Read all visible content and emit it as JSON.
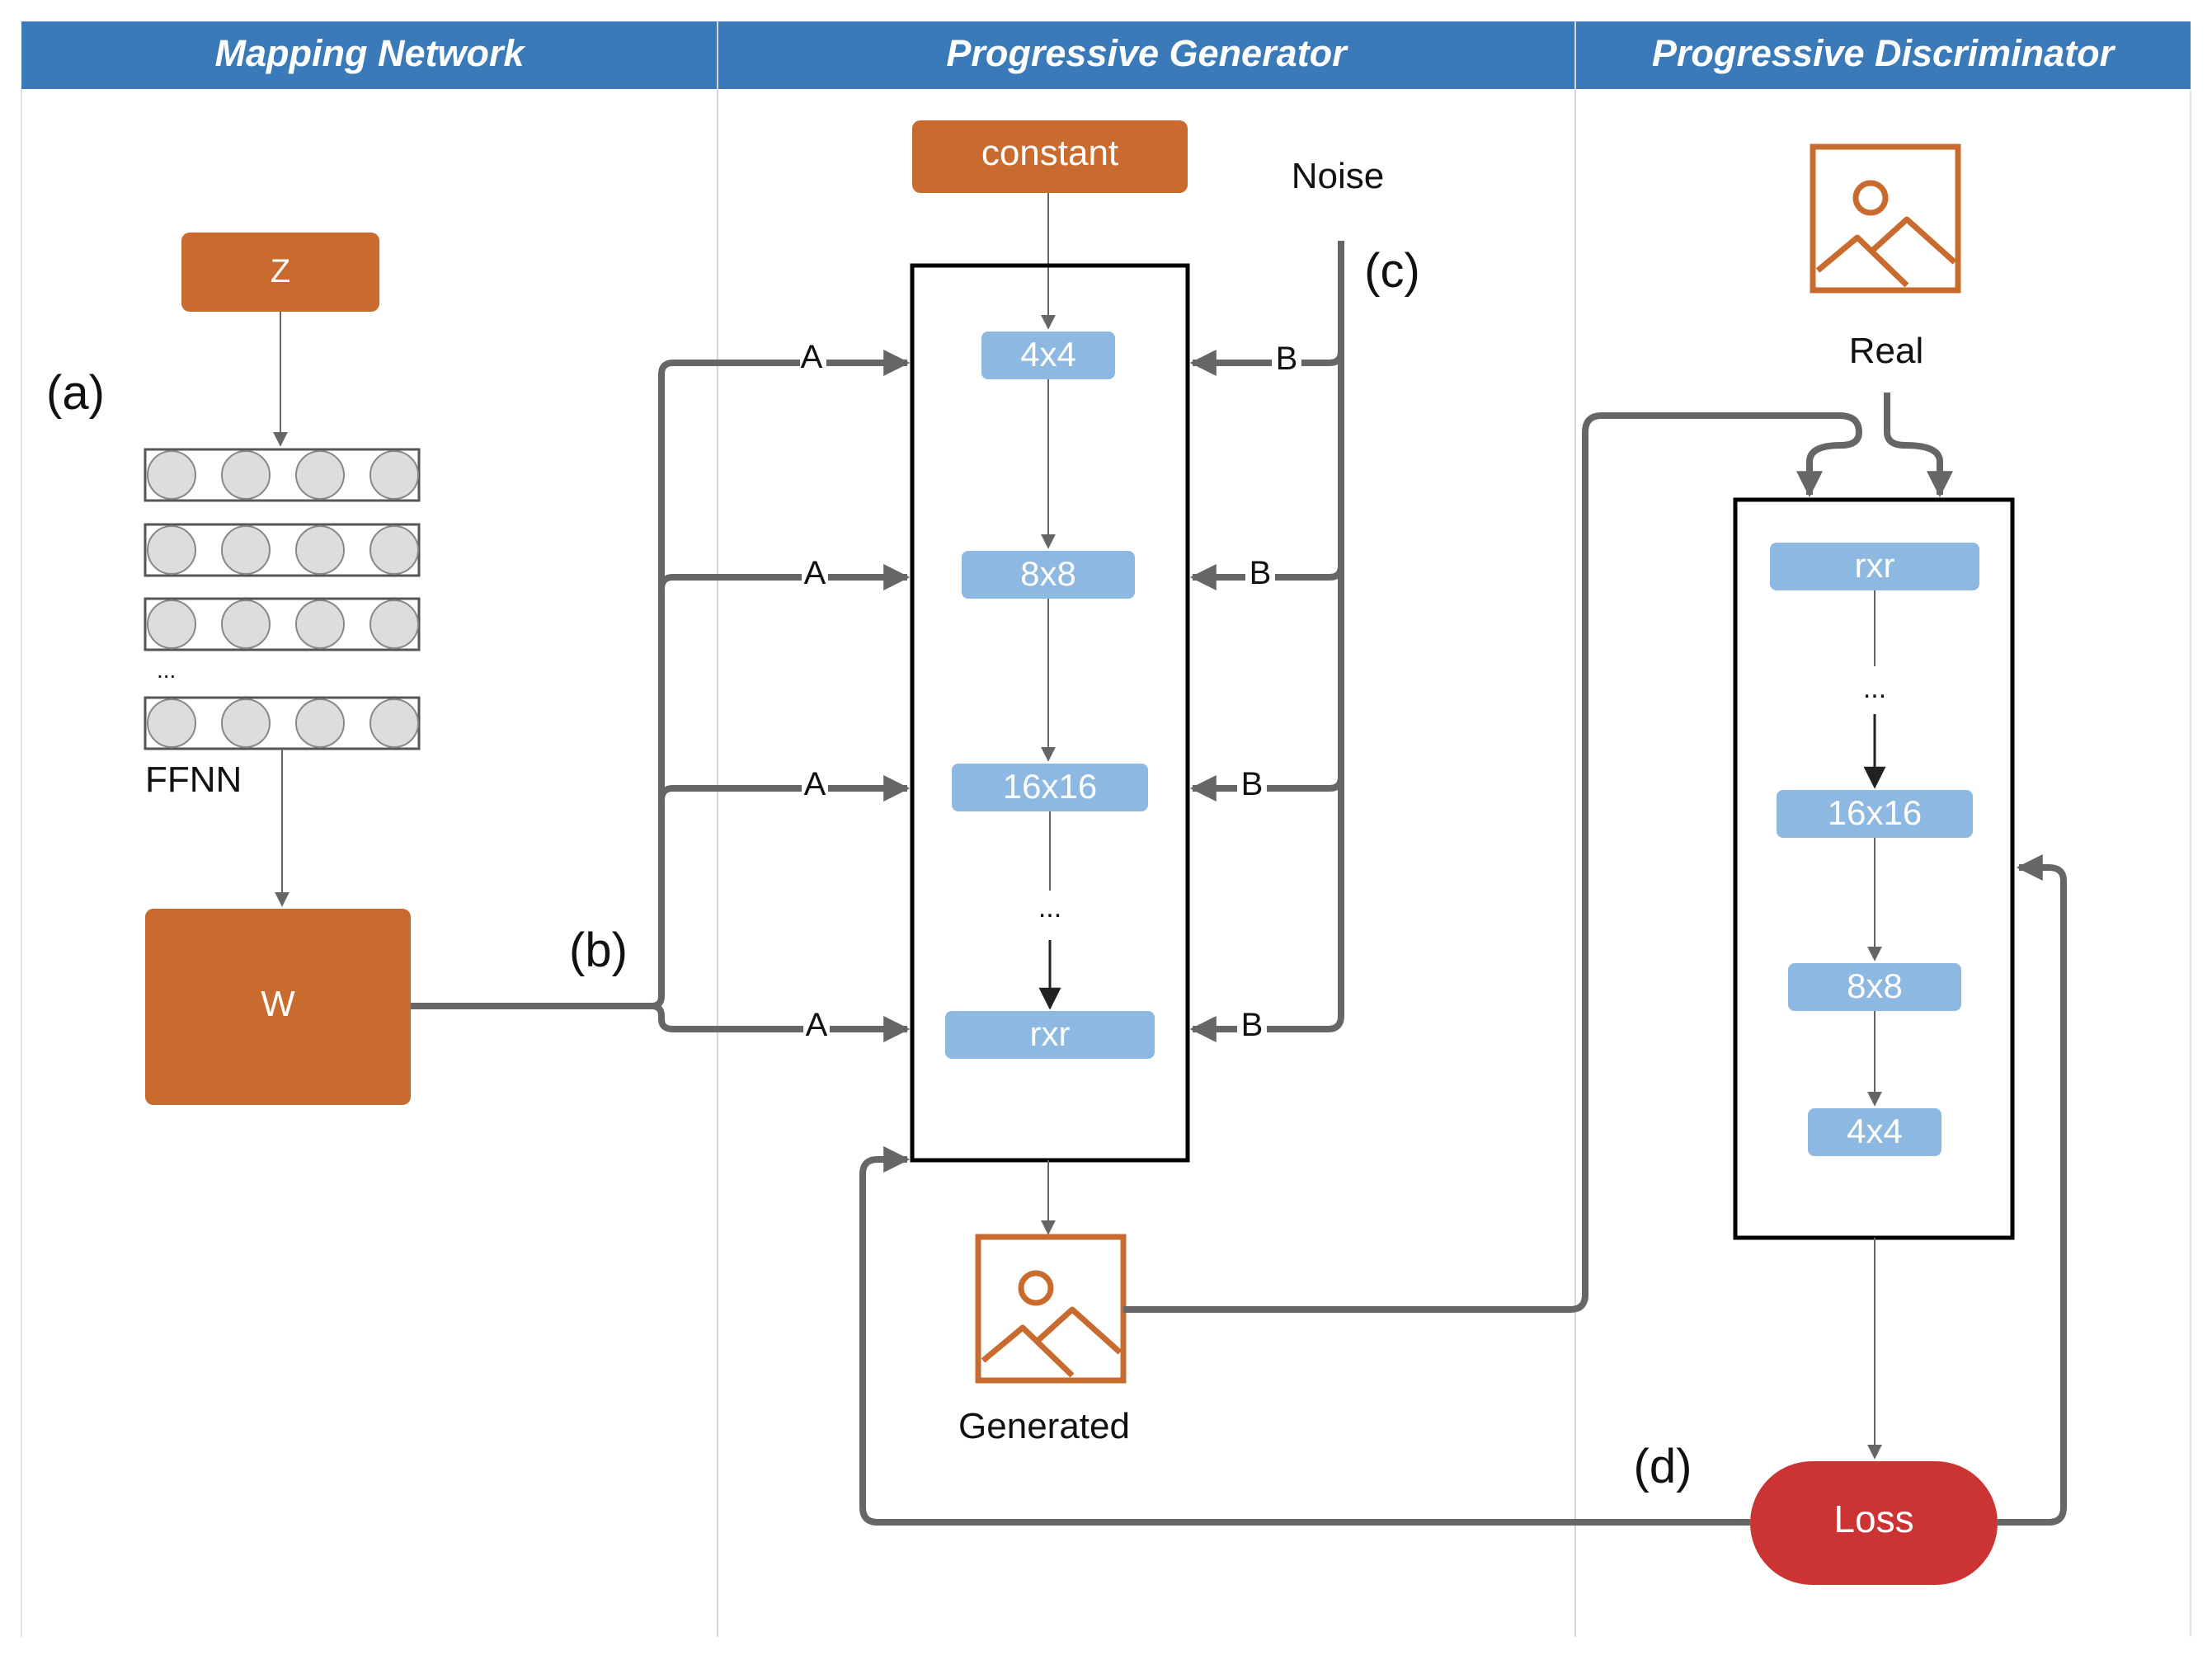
{
  "columns": [
    {
      "title": "Mapping Network"
    },
    {
      "title": "Progressive Generator"
    },
    {
      "title": "Progressive Discriminator"
    }
  ],
  "mapping": {
    "z_label": "Z",
    "ffnn_label": "FFNN",
    "ellipsis": "...",
    "w_label": "W",
    "label_a": "(a)",
    "label_b": "(b)"
  },
  "generator": {
    "constant_label": "constant",
    "noise_label": "Noise",
    "label_c": "(c)",
    "blocks": [
      "4x4",
      "8x8",
      "16x16",
      "rxr"
    ],
    "ellipsis": "...",
    "style_input_label": "A",
    "noise_input_label": "B",
    "generated_label": "Generated"
  },
  "discriminator": {
    "real_label": "Real",
    "blocks": [
      "rxr",
      "16x16",
      "8x8",
      "4x4"
    ],
    "ellipsis": "...",
    "loss_label": "Loss",
    "label_d": "(d)"
  },
  "colors": {
    "header": "#3b7ab8",
    "orange": "#c96a2e",
    "block_blue": "#8db8e2",
    "loss_red": "#cc3333",
    "line": "#666666"
  }
}
